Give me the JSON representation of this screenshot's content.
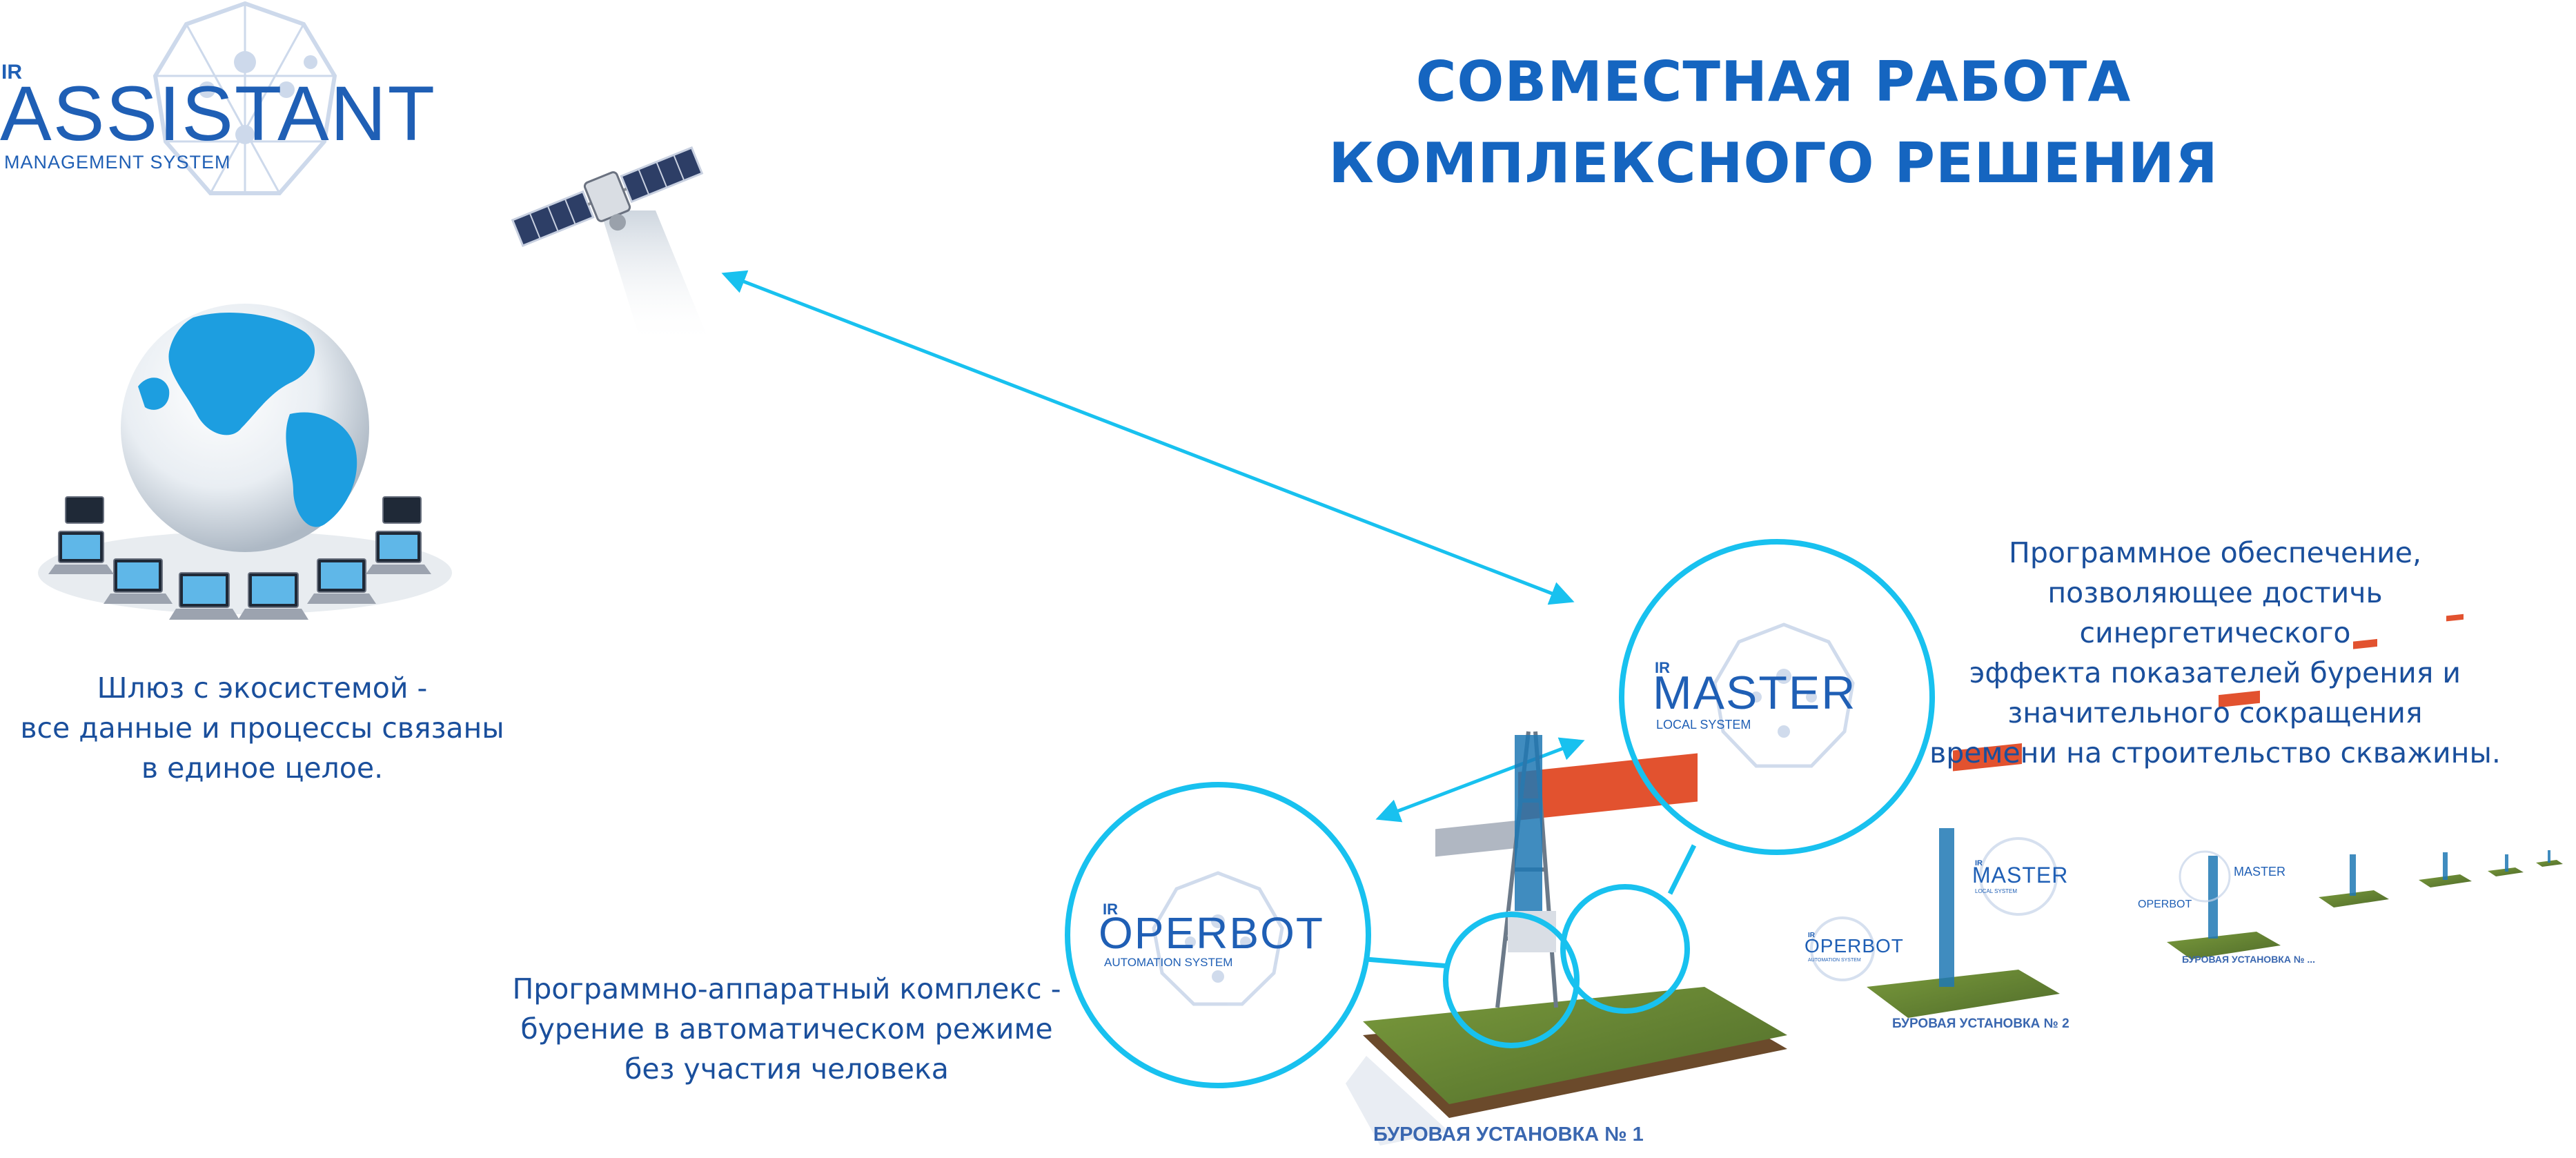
{
  "title": {
    "line1": "СОВМЕСТНАЯ РАБОТА",
    "line2": "КОМПЛЕКСНОГО РЕШЕНИЯ"
  },
  "logos": {
    "assistant": {
      "prefix": "IR",
      "name": "ASSISTANT",
      "subtitle": "MANAGEMENT SYSTEM"
    },
    "master": {
      "prefix": "IR",
      "name": "MASTER",
      "subtitle": "LOCAL SYSTEM"
    },
    "operbot": {
      "prefix": "IR",
      "name": "OPERBOT",
      "subtitle": "AUTOMATION SYSTEM"
    },
    "master_small": {
      "prefix": "IR",
      "name": "MASTER",
      "subtitle": "LOCAL SYSTEM"
    },
    "operbot_small": {
      "prefix": "IR",
      "name": "OPERBOT",
      "subtitle": "AUTOMATION SYSTEM"
    },
    "master_tiny": {
      "name": "MASTER"
    },
    "operbot_tiny": {
      "name": "OPERBOT"
    }
  },
  "captions": {
    "gateway": [
      "Шлюз с экосистемой -",
      "все данные и процессы связаны",
      "в единое целое."
    ],
    "software": [
      "Программное обеспечение,",
      "позволяющее достичь синергетического",
      "эффекта показателей бурения и",
      "значительного сокращения",
      "времени на строительство скважины."
    ],
    "hardware": [
      "Программно-аппаратный комплекс -",
      "бурение в автоматическом режиме",
      "без участия человека"
    ]
  },
  "rig_labels": {
    "rig1": "БУРОВАЯ УСТАНОВКА № 1",
    "rig2": "БУРОВАЯ УСТАНОВКА № 2",
    "rig3": "БУРОВАЯ УСТАНОВКА № ..."
  },
  "colors": {
    "title": "#1565c0",
    "caption": "#1a4f9c",
    "arrow": "#18c1ef",
    "logo": "#1f5fb5",
    "logo_polygon": "#c5d3e8"
  },
  "icons": [
    "satellite-icon",
    "globe-network-icon",
    "drilling-rig-icon"
  ]
}
